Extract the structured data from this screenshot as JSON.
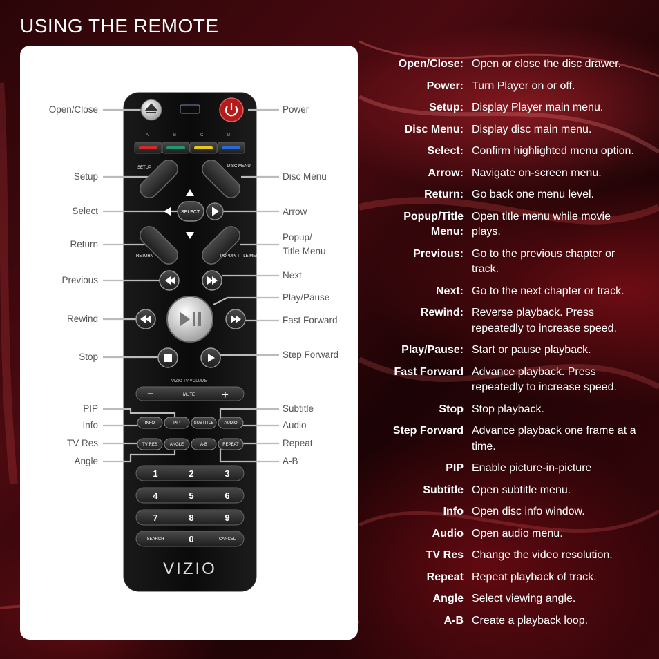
{
  "page": {
    "title": "USING THE REMOTE"
  },
  "remote": {
    "brand": "VIZIO",
    "color_keys": [
      "A",
      "B",
      "C",
      "D"
    ],
    "key_colors": [
      "#d22a2a",
      "#1e9a6a",
      "#e8c81a",
      "#2a6ad2"
    ],
    "button_labels": {
      "setup": "SETUP",
      "disc_menu": "DISC MENU",
      "select": "SELECT",
      "return": "RETURN",
      "popup": "POPUP/ TITLE MENU",
      "volume": "VIZIO TV VOLUME",
      "vol_minus": "−",
      "mute": "MUTE",
      "vol_plus": "+",
      "info": "INFO",
      "pip": "PIP",
      "subtitle": "SUBTITLE",
      "audio": "AUDIO",
      "tv_res": "TV RES",
      "angle": "ANGLE",
      "ab": "A-B",
      "repeat": "REPEAT",
      "search": "SEARCH",
      "cancel": "CANCEL"
    },
    "digits": [
      "1",
      "2",
      "3",
      "4",
      "5",
      "6",
      "7",
      "8",
      "9",
      "0"
    ]
  },
  "callouts_left": [
    {
      "text": "Open/Close"
    },
    {
      "text": "Setup"
    },
    {
      "text": "Select"
    },
    {
      "text": "Return"
    },
    {
      "text": "Previous"
    },
    {
      "text": "Rewind"
    },
    {
      "text": "Stop"
    },
    {
      "text": "PIP"
    },
    {
      "text": "Info"
    },
    {
      "text": "TV Res"
    },
    {
      "text": "Angle"
    }
  ],
  "callouts_right": [
    {
      "text": "Power"
    },
    {
      "text": "Disc Menu"
    },
    {
      "text": "Arrow"
    },
    {
      "text": "Popup/"
    },
    {
      "text": "Title Menu"
    },
    {
      "text": "Next"
    },
    {
      "text": "Play/Pause"
    },
    {
      "text": "Fast Forward"
    },
    {
      "text": "Step Forward"
    },
    {
      "text": "Subtitle"
    },
    {
      "text": "Audio"
    },
    {
      "text": "Repeat"
    },
    {
      "text": "A-B"
    }
  ],
  "legend": [
    {
      "term": "Open/Close:",
      "desc": "Open or close the disc drawer."
    },
    {
      "term": "Power:",
      "desc": "Turn Player on or off."
    },
    {
      "term": "Setup:",
      "desc": "Display Player main menu."
    },
    {
      "term": "Disc Menu:",
      "desc": "Display disc main menu."
    },
    {
      "term": "Select:",
      "desc": "Confirm highlighted menu option."
    },
    {
      "term": "Arrow:",
      "desc": "Navigate on-screen menu."
    },
    {
      "term": "Return:",
      "desc": "Go back one menu level."
    },
    {
      "term": "Popup/Title Menu:",
      "desc": "Open title menu while movie plays."
    },
    {
      "term": "Previous:",
      "desc": "Go to the previous chapter or track."
    },
    {
      "term": "Next:",
      "desc": "Go to the next chapter or track."
    },
    {
      "term": "Rewind:",
      "desc": "Reverse playback. Press repeatedly to increase speed."
    },
    {
      "term": "Play/Pause:",
      "desc": "Start or pause playback."
    },
    {
      "term": "Fast Forward",
      "desc": "Advance playback. Press repeatedly to increase speed."
    },
    {
      "term": "Stop",
      "desc": "Stop playback."
    },
    {
      "term": "Step Forward",
      "desc": "Advance playback one frame at a time."
    },
    {
      "term": "PIP",
      "desc": "Enable picture-in-picture"
    },
    {
      "term": "Subtitle",
      "desc": "Open subtitle menu."
    },
    {
      "term": "Info",
      "desc": "Open disc info window."
    },
    {
      "term": "Audio",
      "desc": "Open audio menu."
    },
    {
      "term": "TV Res",
      "desc": "Change the video resolution."
    },
    {
      "term": "Repeat",
      "desc": "Repeat playback of track."
    },
    {
      "term": "Angle",
      "desc": "Select viewing angle."
    },
    {
      "term": "A-B",
      "desc": "Create a playback loop."
    }
  ]
}
